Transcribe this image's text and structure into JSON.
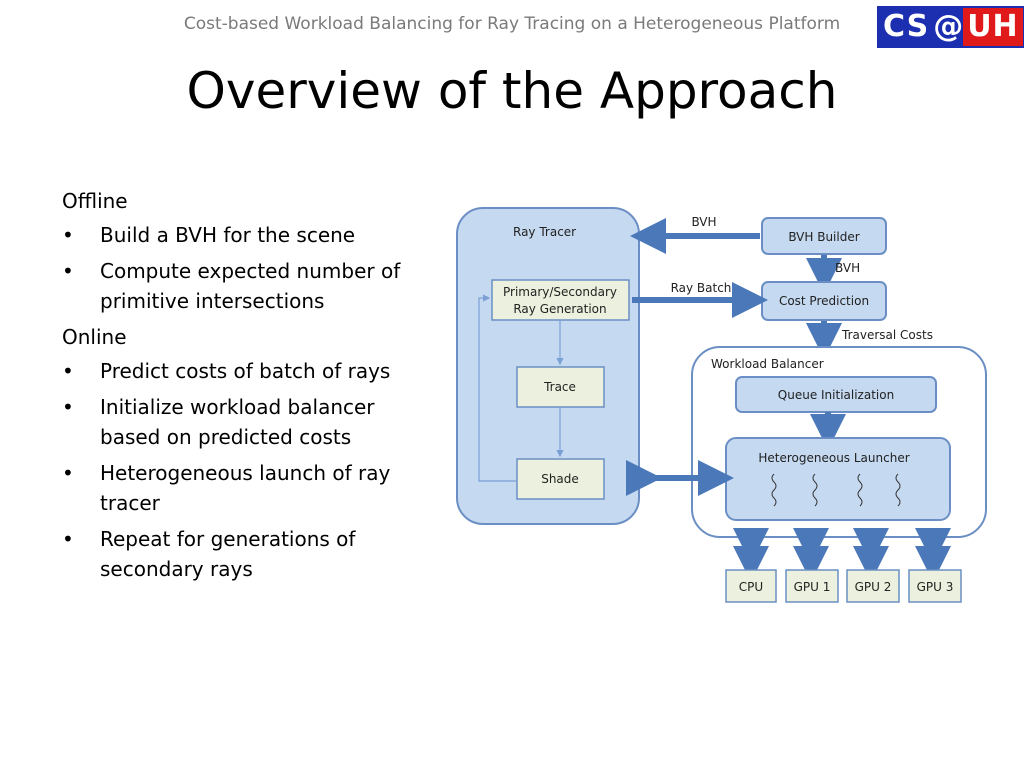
{
  "header": {
    "text": "Cost-based Workload Balancing for Ray Tracing on a Heterogeneous Platform"
  },
  "logo": {
    "cs": "CS",
    "at": "@",
    "uh": "UH"
  },
  "title": "Overview of the Approach",
  "offline": {
    "heading": "Offline",
    "items": [
      "Build a BVH for the scene",
      "Compute expected number of primitive intersections"
    ]
  },
  "online": {
    "heading": "Online",
    "items": [
      "Predict costs of batch of rays",
      "Initialize workload balancer based on predicted costs",
      "Heterogeneous launch of ray tracer",
      "Repeat for generations of secondary rays"
    ]
  },
  "diagram": {
    "ray_tracer": "Ray Tracer",
    "primary_line1": "Primary/Secondary",
    "primary_line2": "Ray Generation",
    "trace": "Trace",
    "shade": "Shade",
    "bvh_arrow": "BVH",
    "bvh_builder": "BVH Builder",
    "bvh_down": "BVH",
    "ray_batch": "Ray Batch",
    "cost_prediction": "Cost Prediction",
    "traversal_costs": "Traversal Costs",
    "workload_balancer": "Workload Balancer",
    "queue_init": "Queue Initialization",
    "hetero_launcher": "Heterogeneous Launcher",
    "devices": [
      "CPU",
      "GPU 1",
      "GPU 2",
      "GPU 3"
    ]
  },
  "colors": {
    "box_fill": "#c5d9f1",
    "box_stroke": "#6b8fc4",
    "arrow": "#4a78b8",
    "device_fill": "#ebf1de",
    "logo_blue": "#1c2fb0",
    "logo_red": "#e01a1a"
  }
}
